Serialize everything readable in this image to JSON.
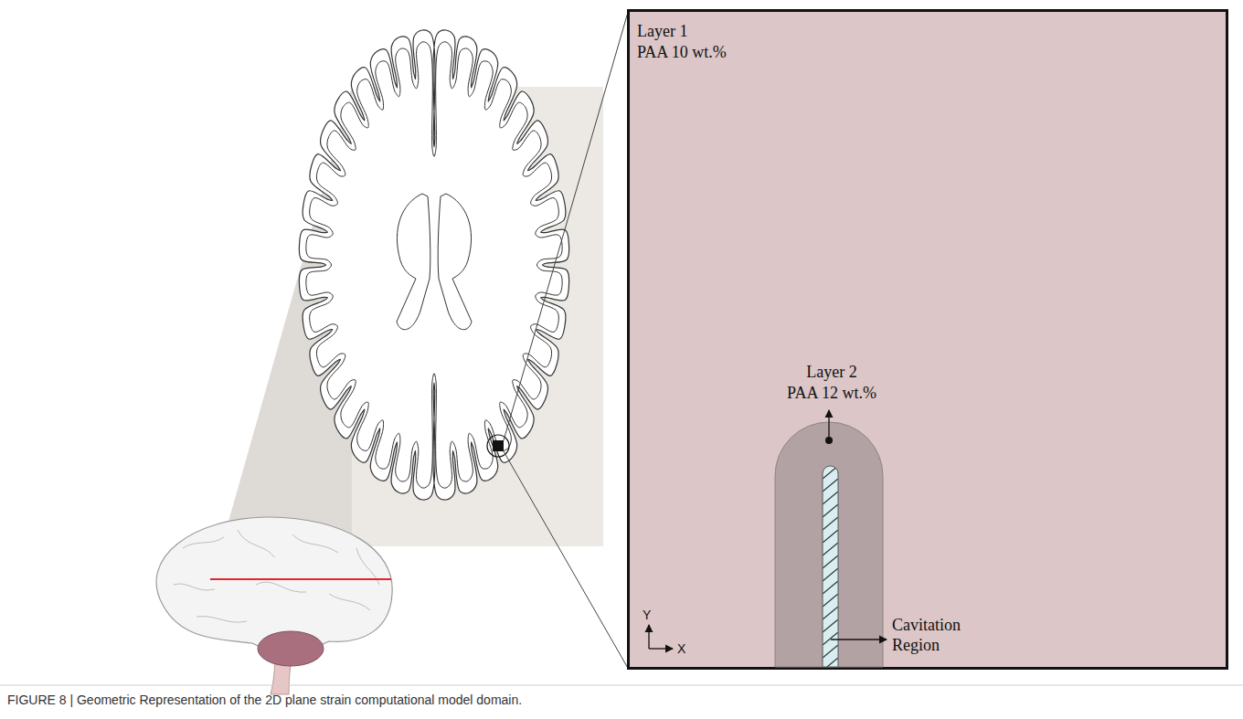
{
  "diagram": {
    "caption": "FIGURE 8 | Geometric Representation of the 2D plane strain computational model domain.",
    "nodes": [
      {
        "text": [
          "Layer 1",
          "PAA 10 wt.%"
        ]
      },
      {
        "text": [
          "Layer 2",
          "PAA 12 wt.%"
        ],
        "in": 0
      },
      {
        "text": [
          "Cavitation Region"
        ],
        "in": 1
      }
    ],
    "labels": [
      "Y",
      "X"
    ]
  }
}
